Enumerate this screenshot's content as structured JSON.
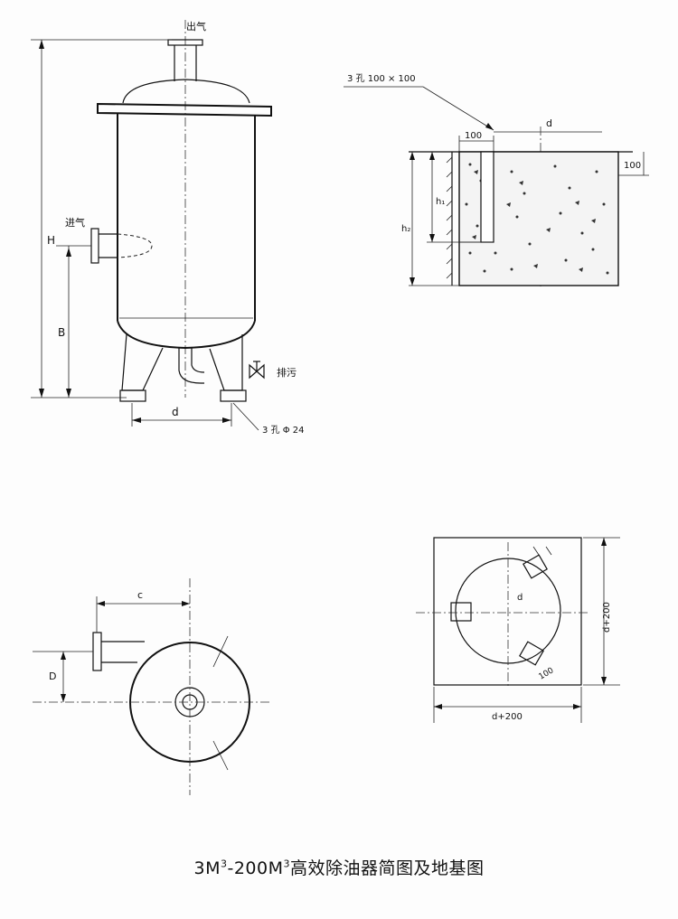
{
  "caption": {
    "prefix": "3M",
    "sup1": "3",
    "middle": "-200M",
    "sup2": "3",
    "suffix": "高效除油器简图及地基图"
  },
  "elevation": {
    "outlet_label": "出气",
    "inlet_label": "进气",
    "drain_label": "排污",
    "height_label": "H",
    "inlet_height_label": "B",
    "support_spacing_label": "d",
    "bolt_holes_label": "3 孔 Φ 24"
  },
  "foundation_section": {
    "holes_note": "3 孔 100 × 100",
    "hole_width_label": "100",
    "spacing_label": "d",
    "edge_label": "100",
    "depth_h1_label": "h₁",
    "depth_h2_label": "h₂"
  },
  "plan_view": {
    "inlet_offset_label": "c",
    "inlet_elevation_label": "D"
  },
  "foundation_plan": {
    "circle_label": "d",
    "width_label": "d+200",
    "height_label": "d+200",
    "pad_label": "100"
  }
}
